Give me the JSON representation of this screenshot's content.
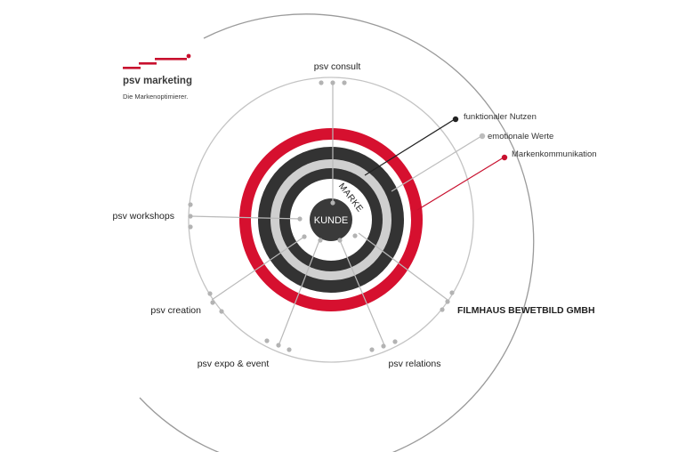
{
  "brand": {
    "name": "psv marketing",
    "tagline": "Die Markenoptimierer.",
    "accent_color": "#c8102e"
  },
  "core": {
    "center_label": "KUNDE",
    "ring_label": "MARKE"
  },
  "rings": [
    {
      "name": "Markenkommunikation",
      "color": "#d6102f"
    },
    {
      "name": "emotionale Werte",
      "color": "#cfcfcf"
    },
    {
      "name": "funktionaler Nutzen",
      "color": "#333333"
    }
  ],
  "annotations": [
    {
      "label": "funktionaler Nutzen",
      "dot_color": "#222222"
    },
    {
      "label": "emotionale Werte",
      "dot_color": "#bdbdbd"
    },
    {
      "label": "Markenkommunikation",
      "dot_color": "#c8102e"
    }
  ],
  "services": [
    {
      "label": "psv consult"
    },
    {
      "label": "psv workshops"
    },
    {
      "label": "psv creation"
    },
    {
      "label": "psv expo & event"
    },
    {
      "label": "psv relations"
    }
  ],
  "partner": {
    "label": "FILMHAUS BEWETBILD GMBH"
  }
}
